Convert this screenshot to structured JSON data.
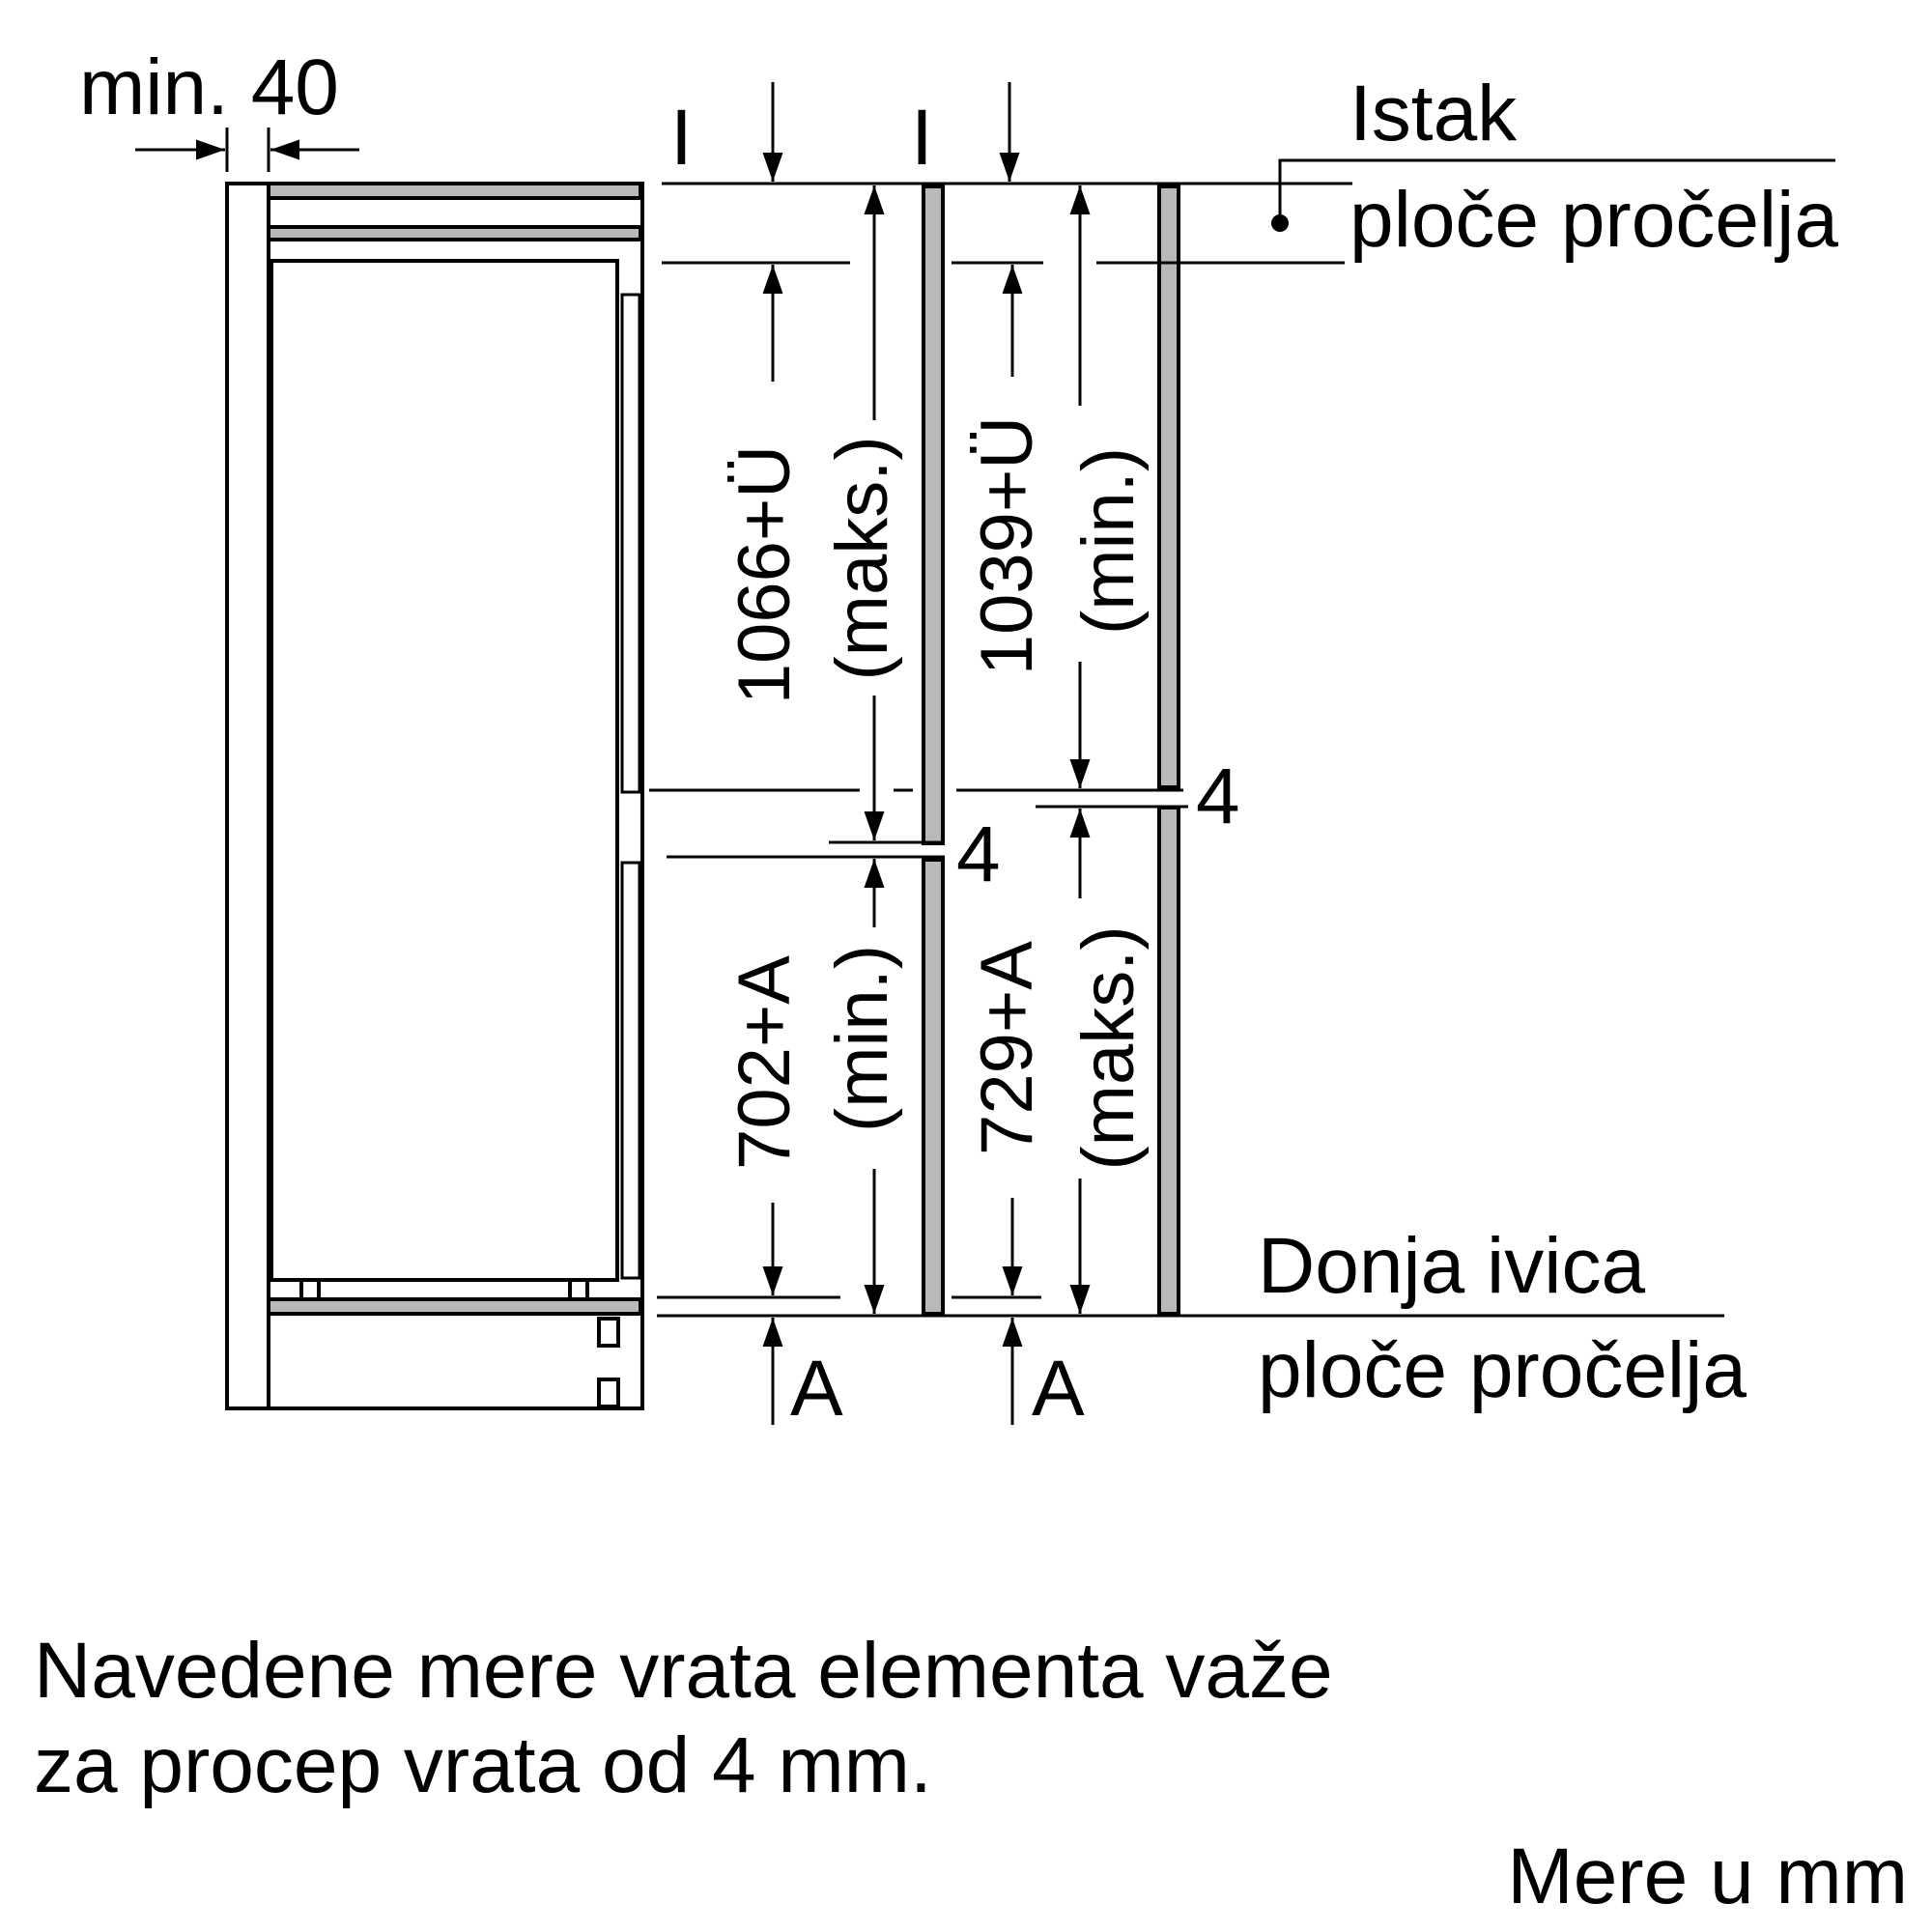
{
  "labels": {
    "min_gap": "min. 40",
    "mark_left": "I",
    "mark_mid": "I",
    "istak_line1": "Istak",
    "istak_line2": "ploče pročelja",
    "donja_line1": "Donja ivica",
    "donja_line2": "ploče pročelja",
    "gap_right": "4",
    "gap_left": "4",
    "a_left": "A",
    "a_right": "A"
  },
  "dimensions": {
    "upper_left_value": "1066+Ü",
    "upper_left_note": "(maks.)",
    "upper_right_value": "1039+Ü",
    "upper_right_note": "(min.)",
    "lower_left_value": "702+A",
    "lower_left_note": "(min.)",
    "lower_right_value": "729+A",
    "lower_right_note": "(maks.)"
  },
  "notes": {
    "line1": "Navedene mere vrata elementa važe",
    "line2": "za procep vrata od 4 mm.",
    "units": "Mere u mm"
  },
  "colors": {
    "line": "#000000",
    "panel": "#b9b9b9",
    "background": "#ffffff"
  }
}
